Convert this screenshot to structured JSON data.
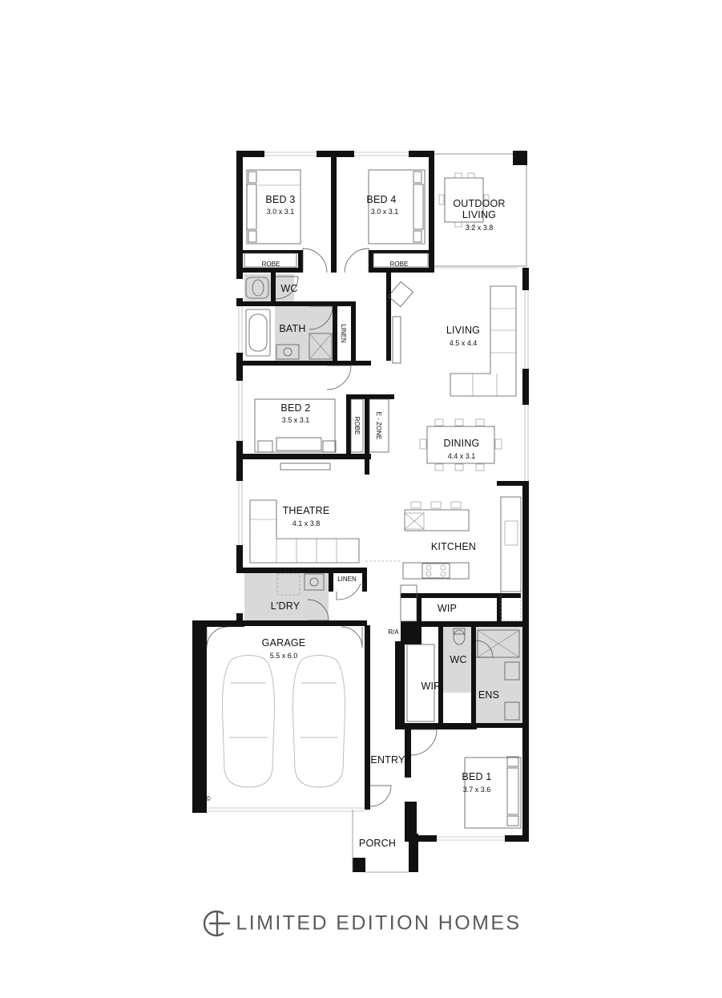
{
  "rooms": {
    "bed3": {
      "name": "BED 3",
      "size": "3.0 x 3.1"
    },
    "bed4": {
      "name": "BED 4",
      "size": "3.0 x 3.1"
    },
    "outdoor": {
      "name1": "OUTDOOR",
      "name2": "LIVING",
      "size": "3.2 x 3.8"
    },
    "robe_bed3": "ROBE",
    "robe_bed4": "ROBE",
    "wc_upper": "WC",
    "bath": "BATH",
    "linen_upper": "LINEN",
    "living": {
      "name": "LIVING",
      "size": "4.5 x 4.4"
    },
    "bed2": {
      "name": "BED 2",
      "size": "3.5 x 3.1"
    },
    "robe_bed2": "ROBE",
    "ezone": "E - ZONE",
    "dining": {
      "name": "DINING",
      "size": "4.4 x 3.1"
    },
    "theatre": {
      "name": "THEATRE",
      "size": "4.1 x 3.8"
    },
    "kitchen": "KITCHEN",
    "linen_lower": "LINEN",
    "laundry": "L'DRY",
    "wip": "WIP",
    "ra": "R/A",
    "garage": {
      "name": "GARAGE",
      "size": "5.5 x 6.0"
    },
    "wc_ensuite": "WC",
    "wir": "WIR",
    "ens": "ENS",
    "entry": "ENTRY",
    "bed1": {
      "name": "BED 1",
      "size": "3.7 x 3.6"
    },
    "porch": "PORCH"
  },
  "copyright": "©",
  "brand": "LIMITED EDITION HOMES",
  "colors": {
    "wall": "#111111",
    "wet_area": "#d9d9d9",
    "brand_text": "#5a5a5a"
  }
}
